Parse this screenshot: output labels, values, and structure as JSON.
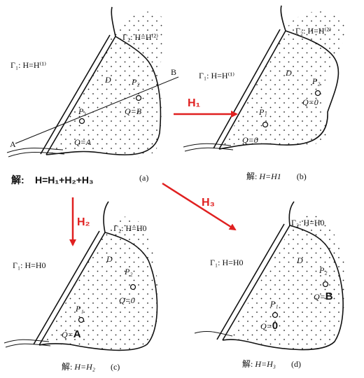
{
  "panel_a": {
    "gamma1": "Γ₁: H=H⁽¹⁾",
    "gamma2": "Γ₂: H=H⁽²⁾",
    "domain": "D",
    "p1": "P₁",
    "p2": "P₂",
    "q_b": "Q=B",
    "q_a": "Q=A",
    "point_a": "A",
    "point_b": "B",
    "caption": "(a)"
  },
  "panel_b": {
    "gamma1": "Γ₁: H=H⁽¹⁾",
    "gamma2": "Γ₂: H=H⁽²⁾",
    "domain": "D",
    "p1": "P₁",
    "p2": "P₂",
    "q0_top": "Q=0",
    "q0_bottom": "Q=0",
    "caption_prefix": "解: ",
    "caption_eq": "H=H1",
    "caption_tag": "(b)"
  },
  "panel_c": {
    "gamma1": "Γ₁: H=H0",
    "gamma2": "Γ₂: H=H0",
    "domain": "D",
    "p1": "P₁",
    "p2": "P₂",
    "q0": "Q=0",
    "q_a_prefix": "Q=",
    "q_a_value": "A",
    "caption_prefix": "解: ",
    "caption_eq": "H=H₂",
    "caption_tag": "(c)"
  },
  "panel_d": {
    "gamma1": "Γ₁: H=H0",
    "gamma2": "Γ₂: H=H0",
    "domain": "D",
    "p1": "P₁",
    "p2": "P₂",
    "q_b_prefix": "Q=",
    "q_b_value": "B",
    "q_0_prefix": "Q=",
    "q_0_value": "0",
    "caption_prefix": "解: ",
    "caption_eq": "H=H₃",
    "caption_tag": "(d)"
  },
  "solution": {
    "prefix": "解:",
    "equation": "H=H₁+H₂+H₃"
  },
  "arrows": {
    "h1": "H₁",
    "h2": "H₂",
    "h3": "H₃",
    "color": "#e02020"
  }
}
